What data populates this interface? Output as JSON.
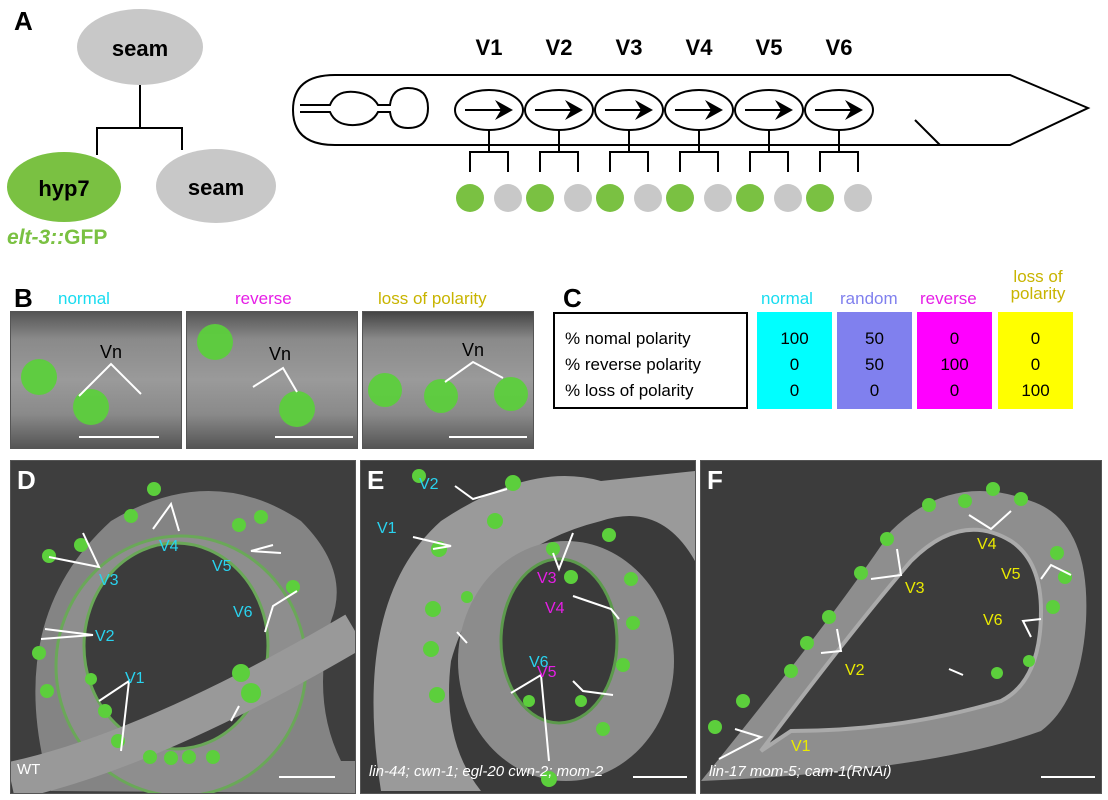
{
  "colors": {
    "gfp": "#7ac142",
    "gray": "#c8c8c8",
    "normal": "#00ffff",
    "random": "#8080ee",
    "reverse": "#ff00ff",
    "loss": "#ffff00",
    "normal_text": "#19dcf0",
    "reverse_text": "#e61ee6",
    "loss_text": "#c8b400"
  },
  "panelA": {
    "label": "A",
    "seam_top": "seam",
    "hyp7": "hyp7",
    "seam_child": "seam",
    "reporter_italic": "elt-3::",
    "reporter_gfp": "GFP",
    "cells": [
      "V1",
      "V2",
      "V3",
      "V4",
      "V5",
      "V6"
    ]
  },
  "panelB": {
    "label": "B",
    "titles": [
      "normal",
      "reverse",
      "loss of polarity"
    ],
    "cell_label": "Vn"
  },
  "panelC": {
    "label": "C",
    "columns": [
      "normal",
      "random",
      "reverse",
      "loss of polarity"
    ],
    "rows": [
      {
        "label": "% nomal polarity",
        "values": [
          "100",
          "50",
          "0",
          "0"
        ]
      },
      {
        "label": "% reverse polarity",
        "values": [
          "0",
          "50",
          "100",
          "0"
        ]
      },
      {
        "label": "% loss of polarity",
        "values": [
          "0",
          "0",
          "0",
          "100"
        ]
      }
    ]
  },
  "panelD": {
    "label": "D",
    "genotype": "WT",
    "cells": [
      "V1",
      "V2",
      "V3",
      "V4",
      "V5",
      "V6"
    ]
  },
  "panelE": {
    "label": "E",
    "genotype": "lin-44; cwn-1; egl-20 cwn-2; mom-2",
    "cells": [
      "V1",
      "V2",
      "V3",
      "V4",
      "V5",
      "V6"
    ]
  },
  "panelF": {
    "label": "F",
    "genotype": "lin-17 mom-5; cam-1(RNAi)",
    "cells": [
      "V1",
      "V2",
      "V3",
      "V4",
      "V5",
      "V6"
    ]
  }
}
